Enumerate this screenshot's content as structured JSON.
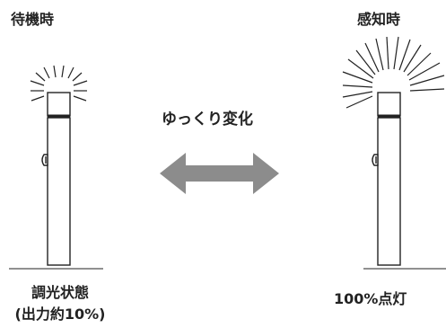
{
  "standby": {
    "title": "待機時",
    "state_line1": "調光状態",
    "state_line2": "(出力約10%)"
  },
  "detect": {
    "title": "感知時",
    "state": "100%点灯"
  },
  "transition": {
    "caption": "ゆっくり変化"
  },
  "colors": {
    "line": "#222222",
    "arrow": "#8c8c8c"
  }
}
